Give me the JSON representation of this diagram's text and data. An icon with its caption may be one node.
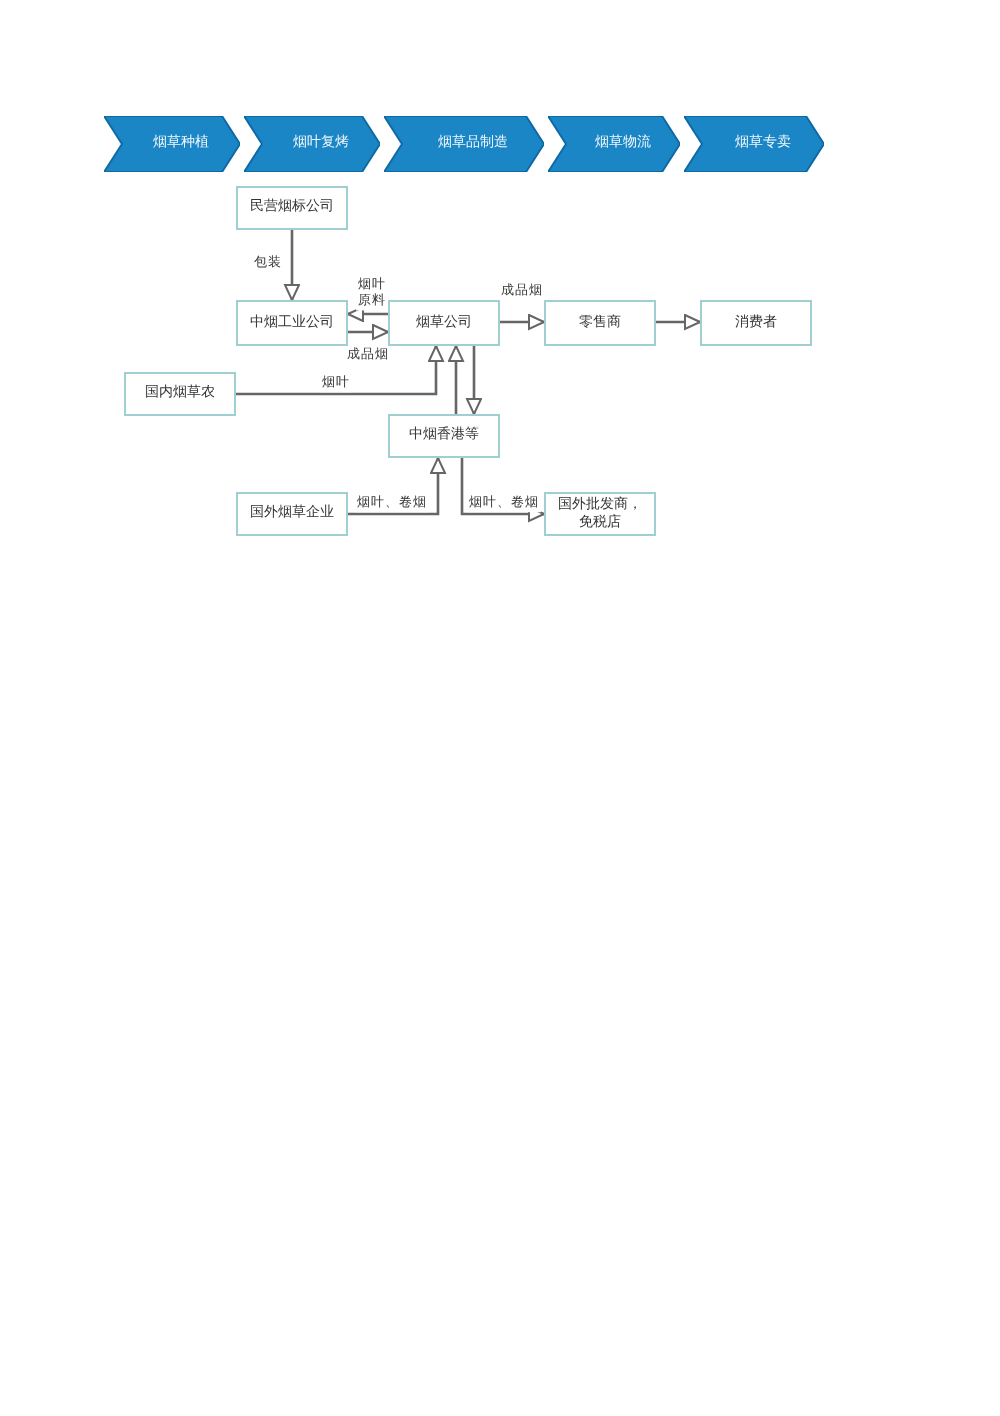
{
  "diagram": {
    "nodes": [
      {
        "text": [
          "烟草种植"
        ]
      },
      {
        "text": [
          "烟叶复烤"
        ]
      },
      {
        "text": [
          "烟草品制造"
        ]
      },
      {
        "text": [
          "烟草物流"
        ]
      },
      {
        "text": [
          "烟草专卖"
        ]
      },
      {
        "text": [
          "民营烟标公司"
        ]
      },
      {
        "text": [
          "中烟工业公司"
        ]
      },
      {
        "text": [
          "烟草公司"
        ]
      },
      {
        "text": [
          "零售商"
        ]
      },
      {
        "text": [
          "消费者"
        ]
      },
      {
        "text": [
          "国内烟草农"
        ]
      },
      {
        "text": [
          "中烟香港等"
        ]
      },
      {
        "text": [
          "国外烟草企业"
        ]
      },
      {
        "text": [
          "国外批发商，免税店"
        ]
      }
    ],
    "edges": [
      {
        "from": 5,
        "to": 6,
        "arrow": "to",
        "label": "包装"
      },
      {
        "from": 7,
        "to": 6,
        "arrow": "to",
        "label": "烟叶原料"
      },
      {
        "from": 6,
        "to": 7,
        "arrow": "to",
        "label": "成品烟"
      },
      {
        "from": 7,
        "to": 8,
        "arrow": "to",
        "label": "成品烟"
      },
      {
        "from": 8,
        "to": 9,
        "arrow": "to"
      },
      {
        "from": 10,
        "to": 7,
        "arrow": "to",
        "label": "烟叶"
      },
      {
        "from": 11,
        "to": 7,
        "arrow": "to"
      },
      {
        "from": 7,
        "to": 11,
        "arrow": "to"
      },
      {
        "from": 12,
        "to": 11,
        "arrow": "to",
        "label": "烟叶、卷烟"
      },
      {
        "from": 11,
        "to": 13,
        "arrow": "to",
        "label": "烟叶、卷烟"
      }
    ]
  }
}
